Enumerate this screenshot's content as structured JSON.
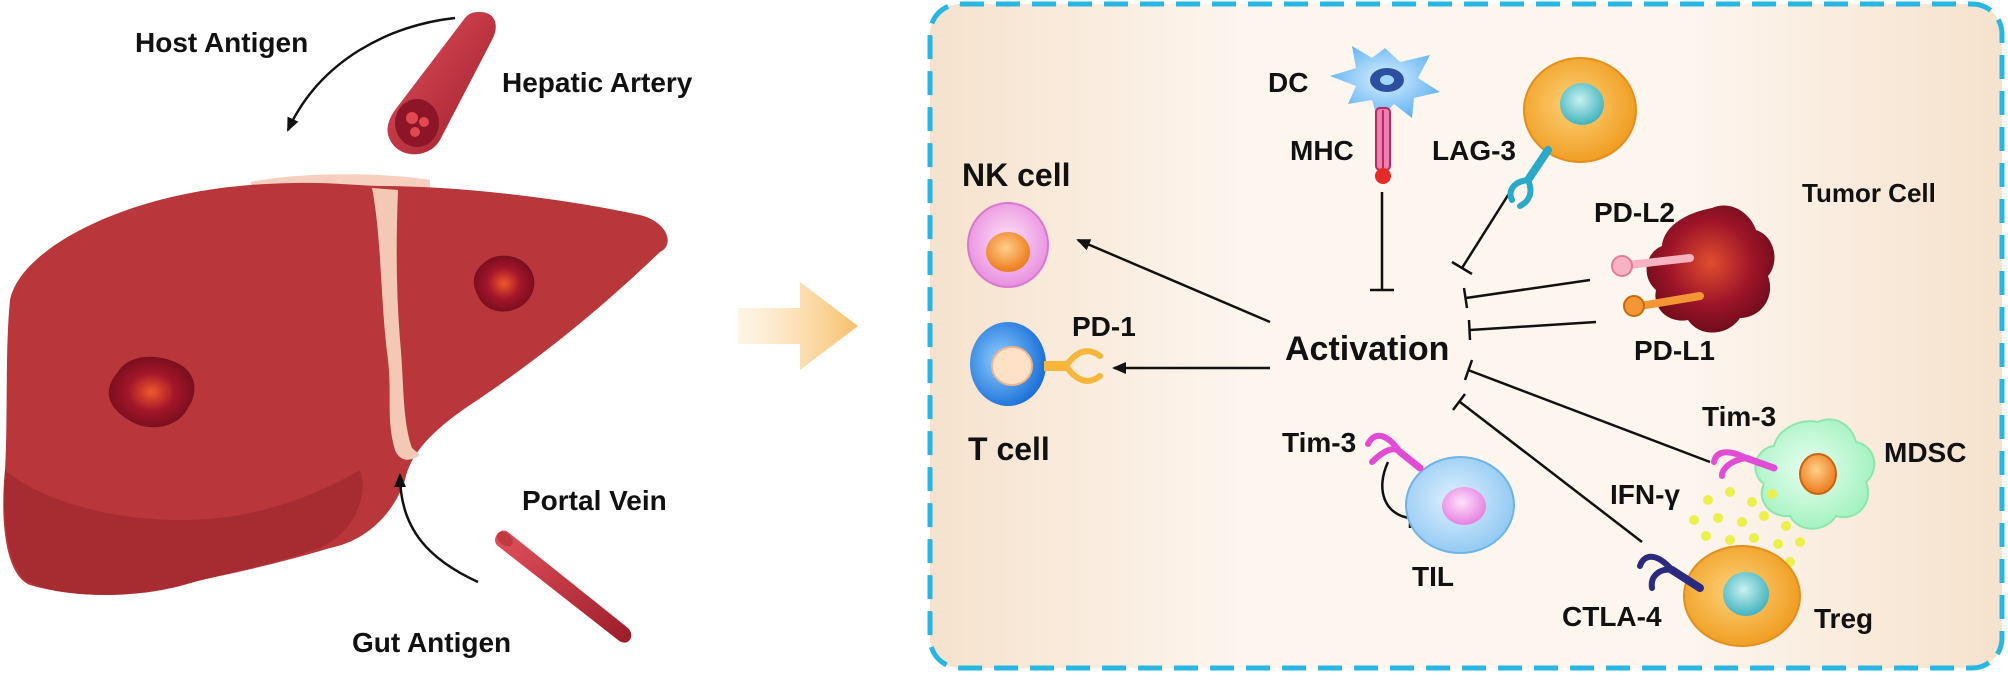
{
  "left_panel": {
    "host_antigen": "Host Antigen",
    "hepatic_artery": "Hepatic Artery",
    "portal_vein": "Portal Vein",
    "gut_antigen": "Gut Antigen"
  },
  "right_panel": {
    "nk_cell": "NK cell",
    "t_cell": "T cell",
    "pd1": "PD-1",
    "activation": "Activation",
    "dc": "DC",
    "mhc": "MHC",
    "lag3": "LAG-3",
    "pdl2": "PD-L2",
    "pdl1": "PD-L1",
    "tumor_cell": "Tumor Cell",
    "tim3_left": "Tim-3",
    "til": "TIL",
    "tim3_right": "Tim-3",
    "mdsc": "MDSC",
    "ifn_gamma": "IFN-γ",
    "ctla4": "CTLA-4",
    "treg": "Treg"
  },
  "colors": {
    "liver": "#b9373a",
    "panel_border": "#28b6e3",
    "panel_bg": "#fbf0e4",
    "arrow": "#f6c26c"
  }
}
